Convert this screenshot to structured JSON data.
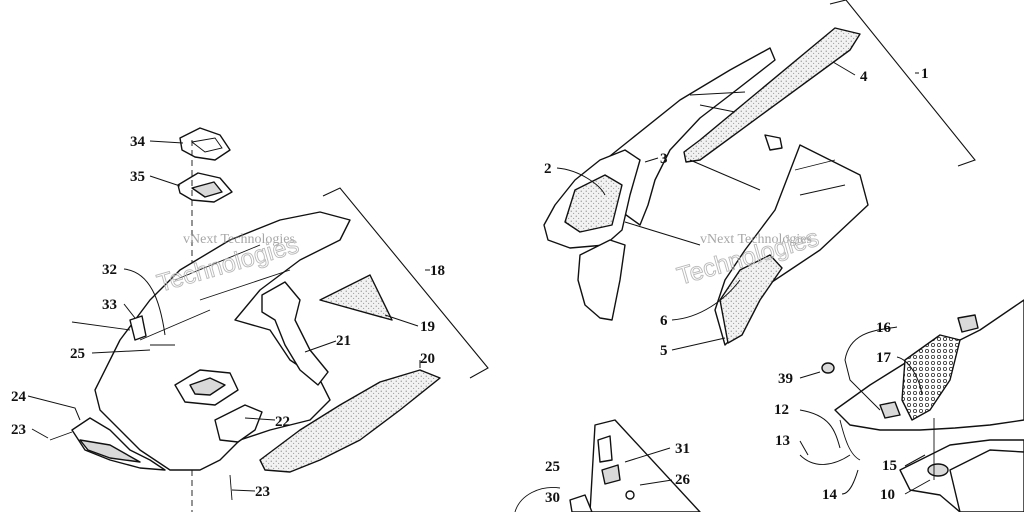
{
  "diagram": {
    "watermark": {
      "line1": "vNext Technologies",
      "line2": "Technologies"
    },
    "callouts": [
      {
        "id": "1",
        "text": "1"
      },
      {
        "id": "2",
        "text": "2"
      },
      {
        "id": "3",
        "text": "3"
      },
      {
        "id": "4",
        "text": "4"
      },
      {
        "id": "5",
        "text": "5"
      },
      {
        "id": "6",
        "text": "6"
      },
      {
        "id": "10",
        "text": "10"
      },
      {
        "id": "12",
        "text": "12"
      },
      {
        "id": "13",
        "text": "13"
      },
      {
        "id": "14",
        "text": "14"
      },
      {
        "id": "15",
        "text": "15"
      },
      {
        "id": "16",
        "text": "16"
      },
      {
        "id": "17",
        "text": "17"
      },
      {
        "id": "18",
        "text": "18"
      },
      {
        "id": "19",
        "text": "19"
      },
      {
        "id": "20",
        "text": "20"
      },
      {
        "id": "21",
        "text": "21"
      },
      {
        "id": "22",
        "text": "22"
      },
      {
        "id": "23a",
        "text": "23"
      },
      {
        "id": "23b",
        "text": "23"
      },
      {
        "id": "24",
        "text": "24"
      },
      {
        "id": "25a",
        "text": "25"
      },
      {
        "id": "25b",
        "text": "25"
      },
      {
        "id": "26",
        "text": "26"
      },
      {
        "id": "30",
        "text": "30"
      },
      {
        "id": "31",
        "text": "31"
      },
      {
        "id": "32",
        "text": "32"
      },
      {
        "id": "33",
        "text": "33"
      },
      {
        "id": "34",
        "text": "34"
      },
      {
        "id": "35",
        "text": "35"
      },
      {
        "id": "39",
        "text": "39"
      }
    ]
  }
}
